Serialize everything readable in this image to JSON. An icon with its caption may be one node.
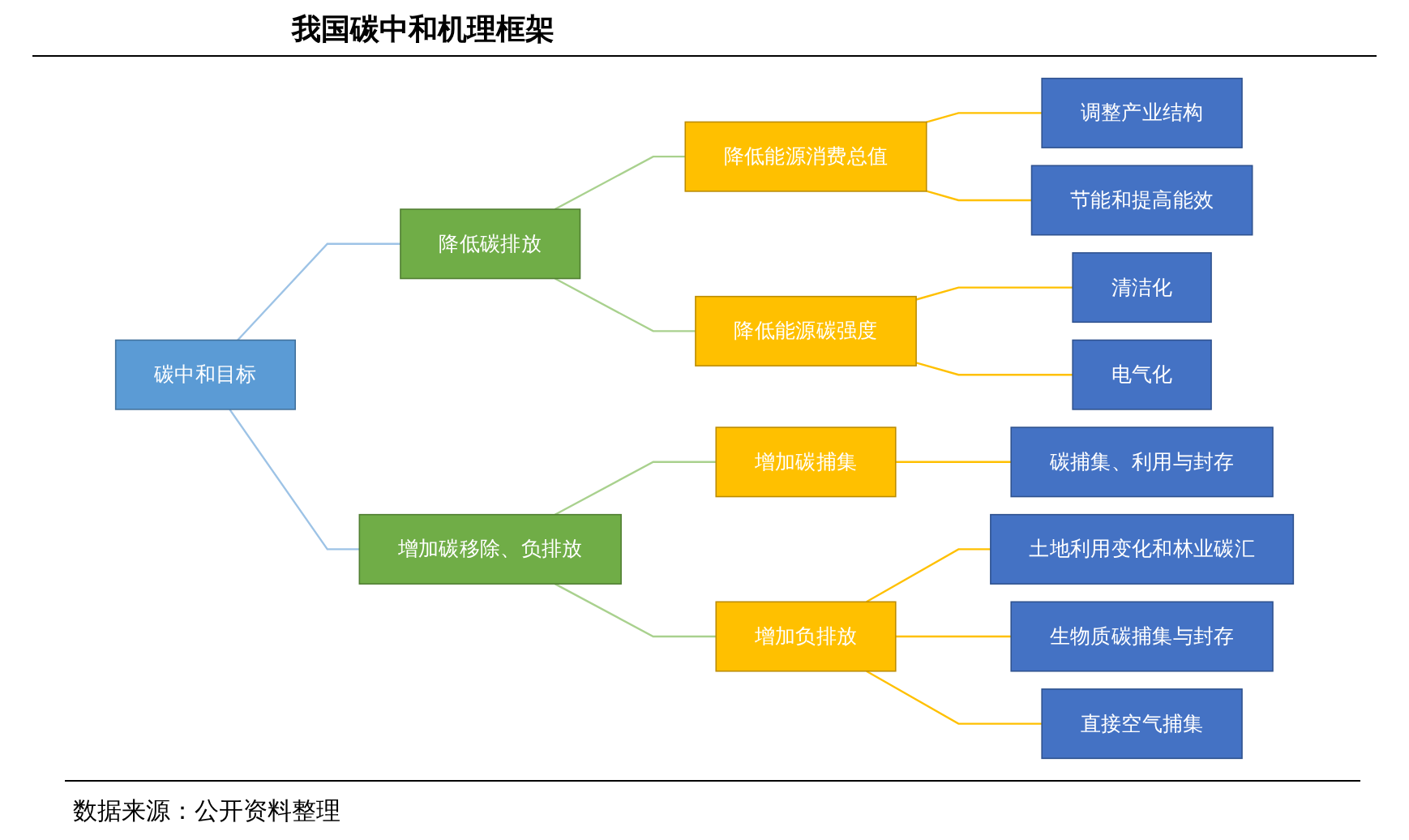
{
  "diagram": {
    "title": "我国碳中和机理框架",
    "caption": "数据来源：公开资料整理",
    "nodes": [
      {
        "text": [
          "碳中和目标"
        ]
      },
      {
        "text": [
          "降低碳排放"
        ]
      },
      {
        "text": [
          "增加碳移除、负排放"
        ]
      },
      {
        "text": [
          "降低能源消费总值"
        ]
      },
      {
        "text": [
          "降低能源碳强度"
        ]
      },
      {
        "text": [
          "增加碳捕集"
        ]
      },
      {
        "text": [
          "增加负排放"
        ]
      },
      {
        "text": [
          "调整产业结构"
        ]
      },
      {
        "text": [
          "节能和提高能效"
        ]
      },
      {
        "text": [
          "清洁化"
        ]
      },
      {
        "text": [
          "电气化"
        ]
      },
      {
        "text": [
          "碳捕集、利用与封存"
        ]
      },
      {
        "text": [
          "土地利用变化和林业碳汇"
        ]
      },
      {
        "text": [
          "生物质碳捕集与封存"
        ]
      },
      {
        "text": [
          "直接空气捕集"
        ]
      }
    ],
    "edges": [
      {
        "from": 0,
        "to": 1,
        "arrow": "none",
        "color": "#9dc3e6"
      },
      {
        "from": 0,
        "to": 2,
        "arrow": "none",
        "color": "#9dc3e6"
      },
      {
        "from": 1,
        "to": 3,
        "arrow": "none",
        "color": "#a9d18e"
      },
      {
        "from": 1,
        "to": 4,
        "arrow": "none",
        "color": "#a9d18e"
      },
      {
        "from": 2,
        "to": 5,
        "arrow": "none",
        "color": "#a9d18e"
      },
      {
        "from": 2,
        "to": 6,
        "arrow": "none",
        "color": "#a9d18e"
      },
      {
        "from": 3,
        "to": 7,
        "arrow": "none"
      },
      {
        "from": 3,
        "to": 8,
        "arrow": "none"
      },
      {
        "from": 4,
        "to": 9,
        "arrow": "none"
      },
      {
        "from": 4,
        "to": 10,
        "arrow": "none"
      },
      {
        "from": 5,
        "to": 11,
        "arrow": "none"
      },
      {
        "from": 6,
        "to": 12,
        "arrow": "none"
      },
      {
        "from": 6,
        "to": 13,
        "arrow": "none"
      },
      {
        "from": 6,
        "to": 14,
        "arrow": "none"
      }
    ]
  }
}
